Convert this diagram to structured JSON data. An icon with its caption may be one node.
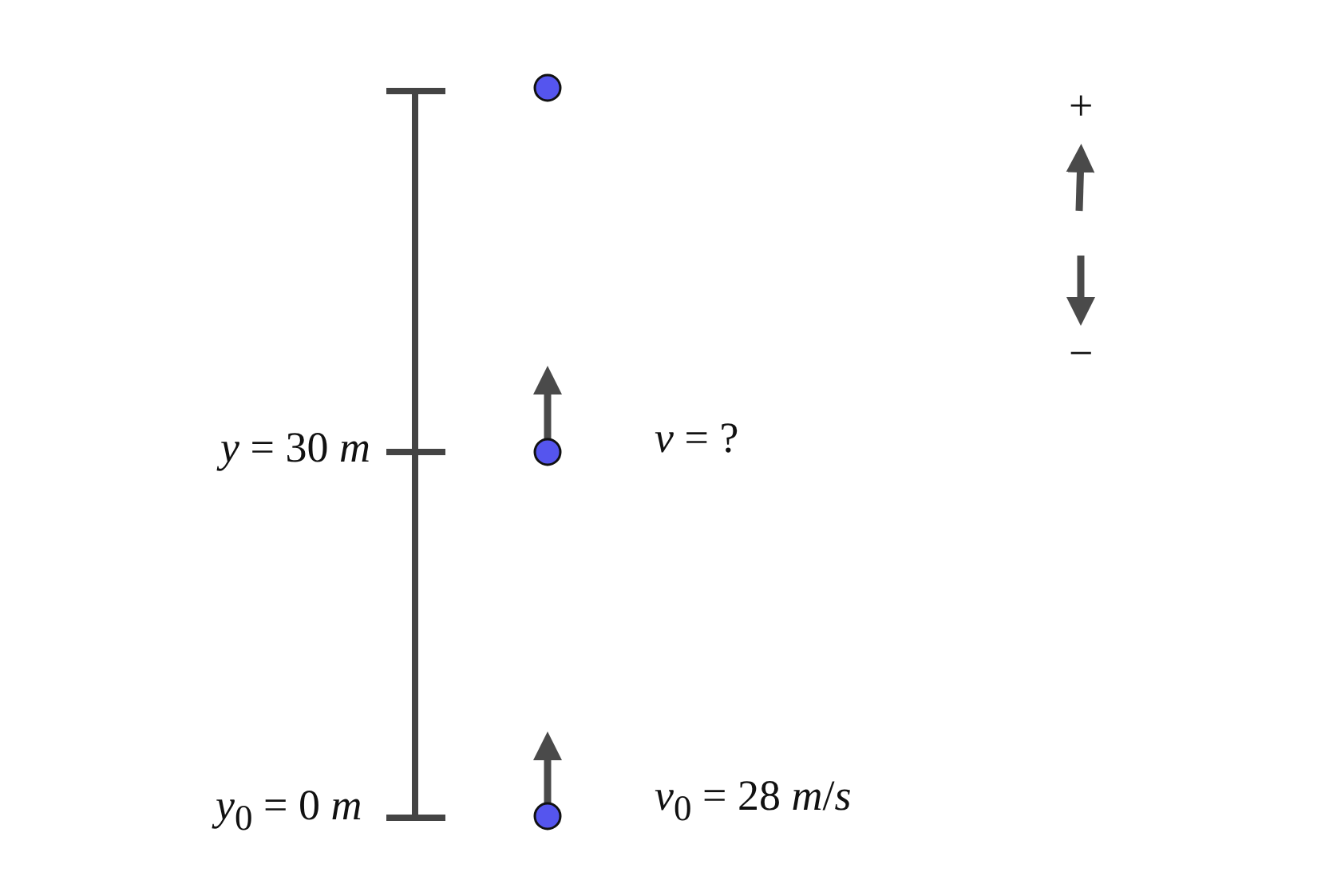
{
  "diagram": {
    "labels": [
      "+",
      "−",
      "*y* = 30 *m*",
      "*v* = ?",
      "*y*$_{0}$ = 0 *m*",
      "*v*$_{0}$ = 28 *m*/*s*"
    ]
  }
}
